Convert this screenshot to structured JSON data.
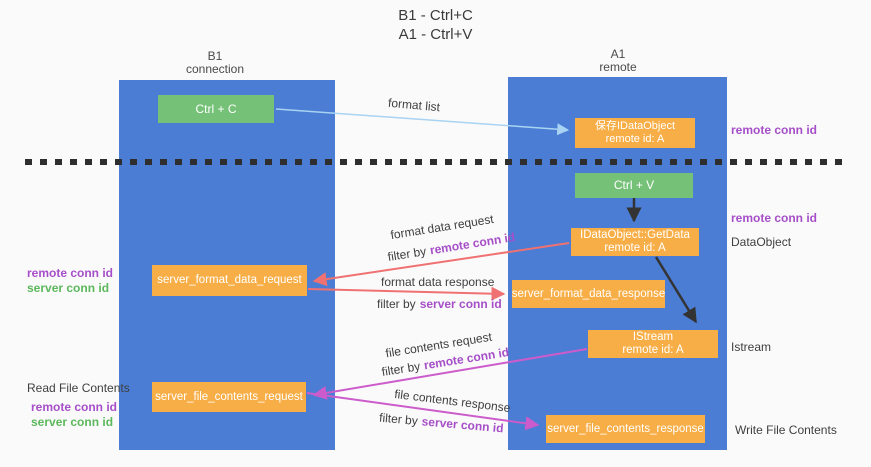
{
  "title": {
    "line1": "B1 - Ctrl+C",
    "line2": "A1 - Ctrl+V"
  },
  "lanes": {
    "left": {
      "title": "B1",
      "subtitle": "connection"
    },
    "right": {
      "title": "A1",
      "subtitle": "remote"
    }
  },
  "nodes": {
    "ctrl_c": {
      "label": "Ctrl + C"
    },
    "save_dataobject": {
      "line1": "保存IDataObject",
      "line2": "remote id: A"
    },
    "ctrl_v": {
      "label": "Ctrl + V"
    },
    "getdata": {
      "line1": "IDataObject::GetData",
      "line2": "remote id: A"
    },
    "server_format_data_request": {
      "label": "server_format_data_request"
    },
    "server_format_data_response": {
      "label": "server_format_data_response"
    },
    "istream": {
      "line1": "IStream",
      "line2": "remote id: A"
    },
    "server_file_contents_request": {
      "label": "server_file_contents_request"
    },
    "server_file_contents_response": {
      "label": "server_file_contents_response"
    }
  },
  "edge_labels": {
    "format_list": "format list",
    "format_data_request": {
      "title": "format data request",
      "filter_prefix": "filter by",
      "filter_key": "remote conn id"
    },
    "format_data_response": {
      "title": "format data response",
      "filter_prefix": "filter by",
      "filter_key": "server conn id"
    },
    "file_contents_request": {
      "title": "file contents request",
      "filter_prefix": "filter by",
      "filter_key": "remote conn id"
    },
    "file_contents_response": {
      "title": "file contents response",
      "filter_prefix": "filter by",
      "filter_key": "server conn id"
    }
  },
  "side_labels": {
    "right_remote_conn_id_top": "remote conn id",
    "right_remote_conn_id_mid": "remote conn id",
    "right_dataobject": "DataObject",
    "right_istream": "Istream",
    "right_write_file_contents": "Write File Contents",
    "left_remote_conn_id_top": "remote conn id",
    "left_server_conn_id_top": "server conn id",
    "left_read_file_contents": "Read File Contents",
    "left_remote_conn_id_bottom": "remote conn id",
    "left_server_conn_id_bottom": "server conn id"
  },
  "colors": {
    "lane_blue": "#4a7dd3",
    "node_green": "#76c178",
    "node_orange": "#f8ae46",
    "accent_purple": "#a64fc8",
    "accent_green": "#5cb85c",
    "arrow_red": "#f07171",
    "arrow_magenta": "#cc5ccc",
    "arrow_lightblue": "#a9d3f2",
    "arrow_black": "#333333",
    "background": "#fafafa"
  }
}
